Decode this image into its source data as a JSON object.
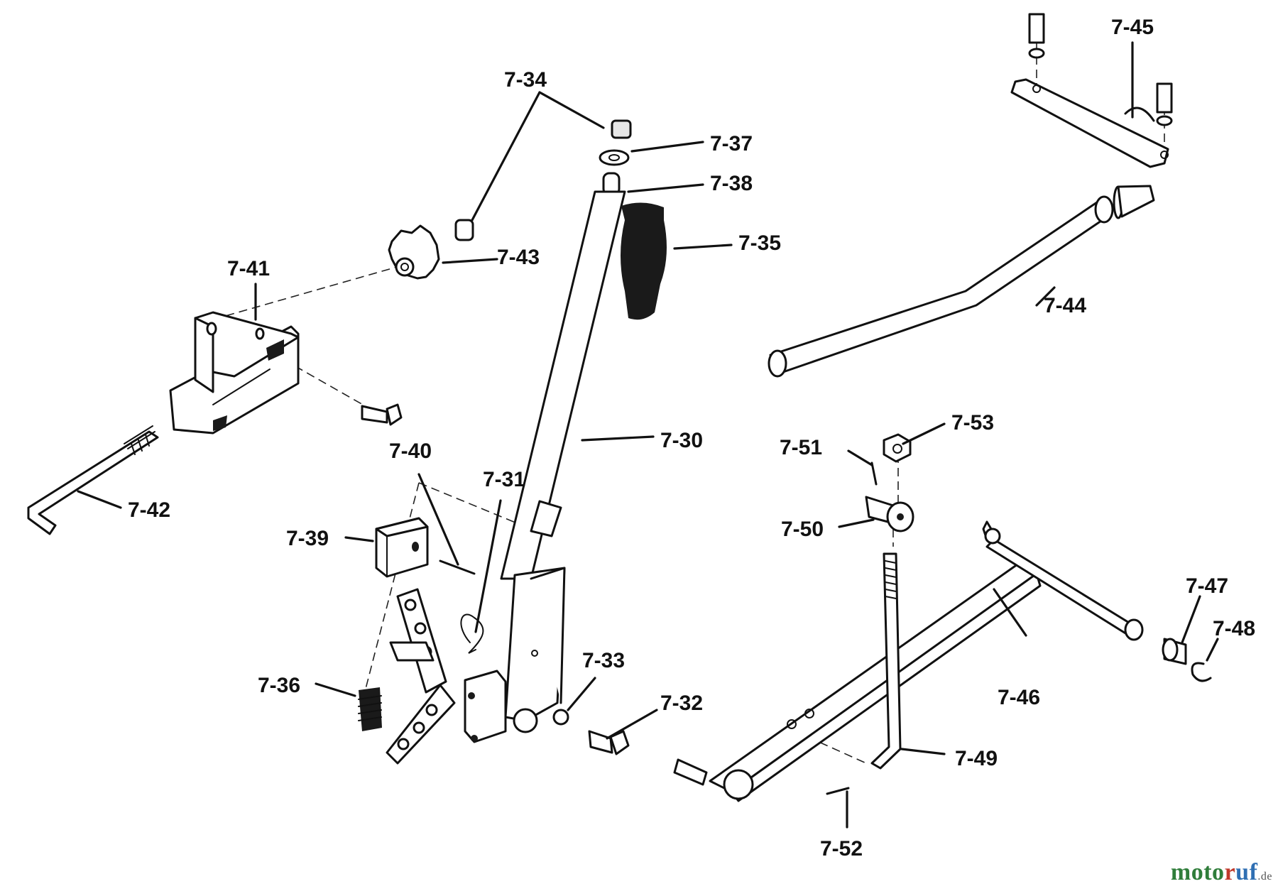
{
  "parts": [
    {
      "id": "p730",
      "label": "7-30",
      "name": "lift-lever-tube"
    },
    {
      "id": "p731",
      "label": "7-31",
      "name": "hairpin-cotter"
    },
    {
      "id": "p732",
      "label": "7-32",
      "name": "hex-bolt"
    },
    {
      "id": "p733",
      "label": "7-33",
      "name": "lock-washer"
    },
    {
      "id": "p734",
      "label": "7-34",
      "name": "bushing"
    },
    {
      "id": "p735",
      "label": "7-35",
      "name": "hand-grip"
    },
    {
      "id": "p736",
      "label": "7-36",
      "name": "compression-spring"
    },
    {
      "id": "p737",
      "label": "7-37",
      "name": "flat-washer"
    },
    {
      "id": "p738",
      "label": "7-38",
      "name": "plunger-rod"
    },
    {
      "id": "p739",
      "label": "7-39",
      "name": "pivot-block"
    },
    {
      "id": "p740",
      "label": "7-40",
      "name": "roll-pin"
    },
    {
      "id": "p741",
      "label": "7-41",
      "name": "mounting-bracket"
    },
    {
      "id": "p742",
      "label": "7-42",
      "name": "adjusting-rod"
    },
    {
      "id": "p743",
      "label": "7-43",
      "name": "adjusting-knob"
    },
    {
      "id": "p744",
      "label": "7-44",
      "name": "cross-shaft"
    },
    {
      "id": "p745",
      "label": "7-45",
      "name": "shaft-clamp"
    },
    {
      "id": "p746",
      "label": "7-46",
      "name": "lift-arm"
    },
    {
      "id": "p747",
      "label": "7-47",
      "name": "shaft-bushing"
    },
    {
      "id": "p748",
      "label": "7-48",
      "name": "e-clip"
    },
    {
      "id": "p749",
      "label": "7-49",
      "name": "lift-link"
    },
    {
      "id": "p750",
      "label": "7-50",
      "name": "swivel-trunnion"
    },
    {
      "id": "p751",
      "label": "7-51",
      "name": "cotter-pin-upper"
    },
    {
      "id": "p752",
      "label": "7-52",
      "name": "cotter-pin-lower"
    },
    {
      "id": "p753",
      "label": "7-53",
      "name": "lock-nut"
    }
  ],
  "watermark": {
    "part1": "moto",
    "part2": "r",
    "part3": "uf",
    "suffix": ".de"
  }
}
